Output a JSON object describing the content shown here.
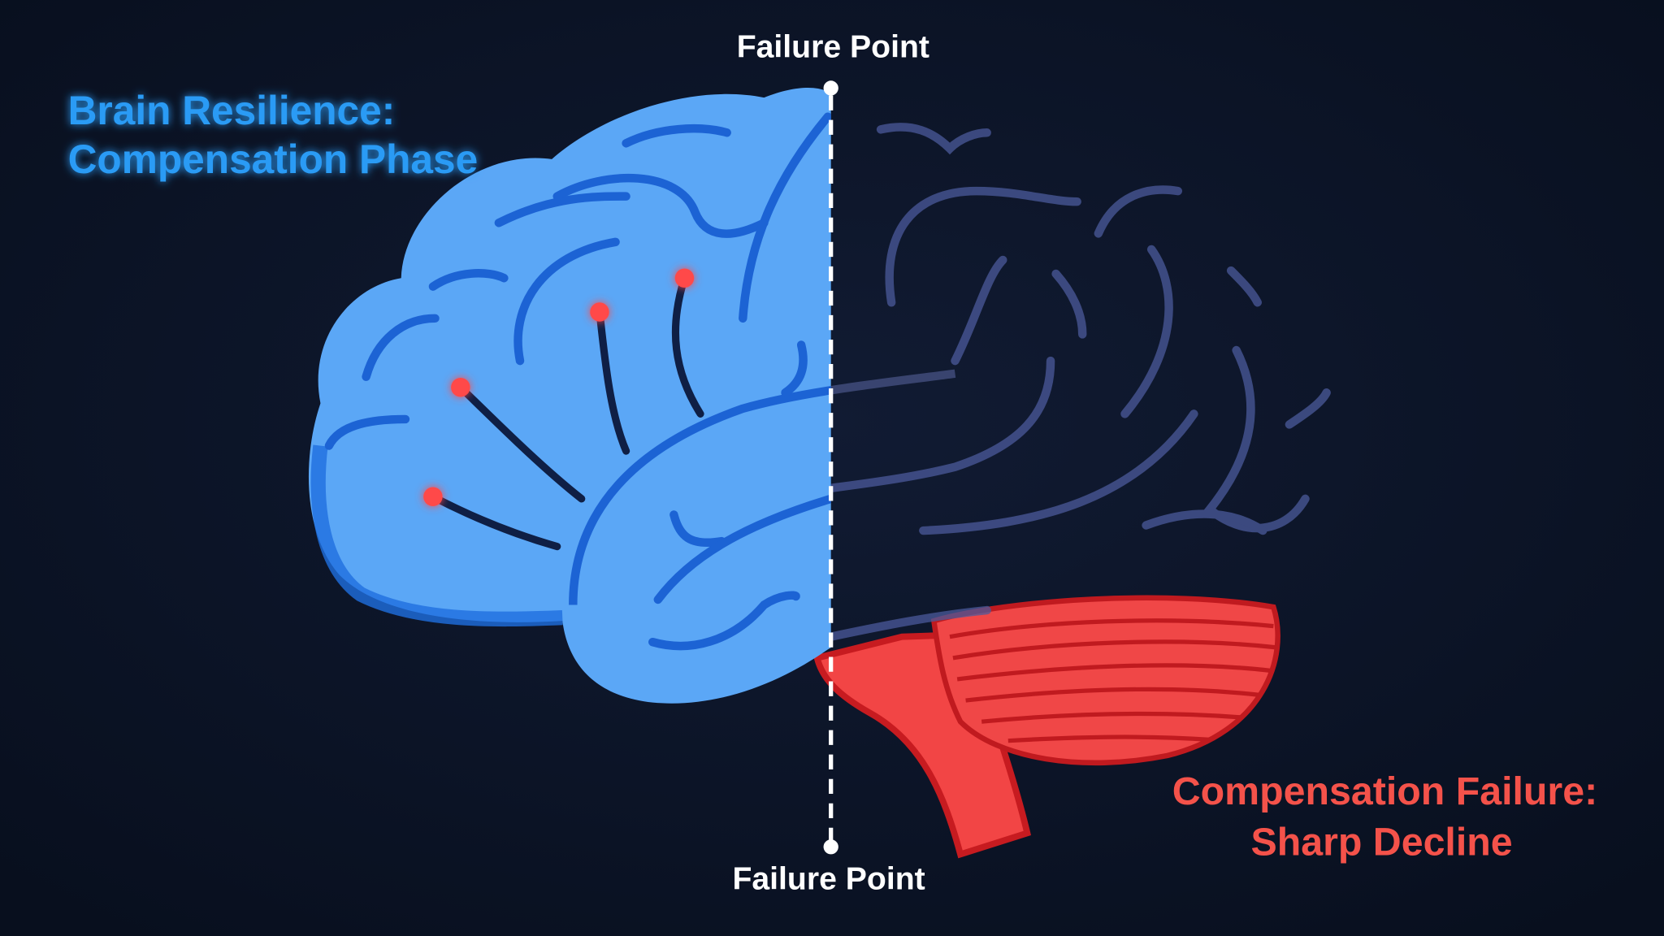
{
  "labels": {
    "top_marker": "Failure Point",
    "bottom_marker": "Failure Point",
    "left_title_line1": "Brain Resilience:",
    "left_title_line2": "Compensation Phase",
    "right_title_line1": "Compensation Failure:",
    "right_title_line2": "Sharp Decline"
  },
  "colors": {
    "background": "#0c1426",
    "resilience_blue": "#2a9bf5",
    "brain_blue": "#5ba7f6",
    "sulci_blue": "#1c63d4",
    "failure_red": "#f4524a",
    "marker_white": "#ffffff"
  }
}
